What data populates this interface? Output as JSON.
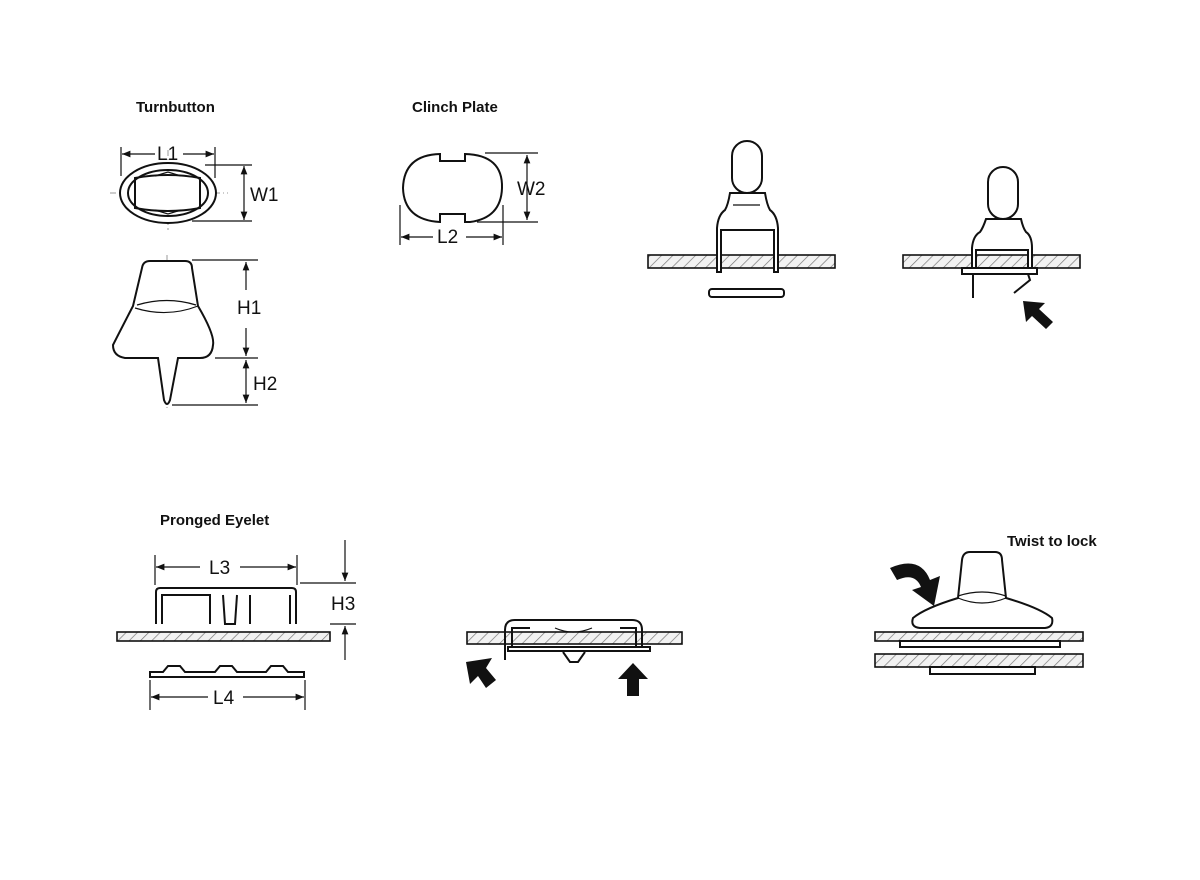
{
  "title_turnbutton": "Turnbutton",
  "title_clinch_plate": "Clinch Plate",
  "title_pronged_eyelet": "Pronged Eyelet",
  "title_twist_to_lock": "Twist to lock",
  "dimensions": {
    "l1": "L1",
    "w1": "W1",
    "h1": "H1",
    "h2": "H2",
    "l2": "L2",
    "w2": "W2",
    "l3": "L3",
    "h3": "H3",
    "l4": "L4"
  },
  "colors": {
    "line": "#111111",
    "background": "#ffffff"
  }
}
